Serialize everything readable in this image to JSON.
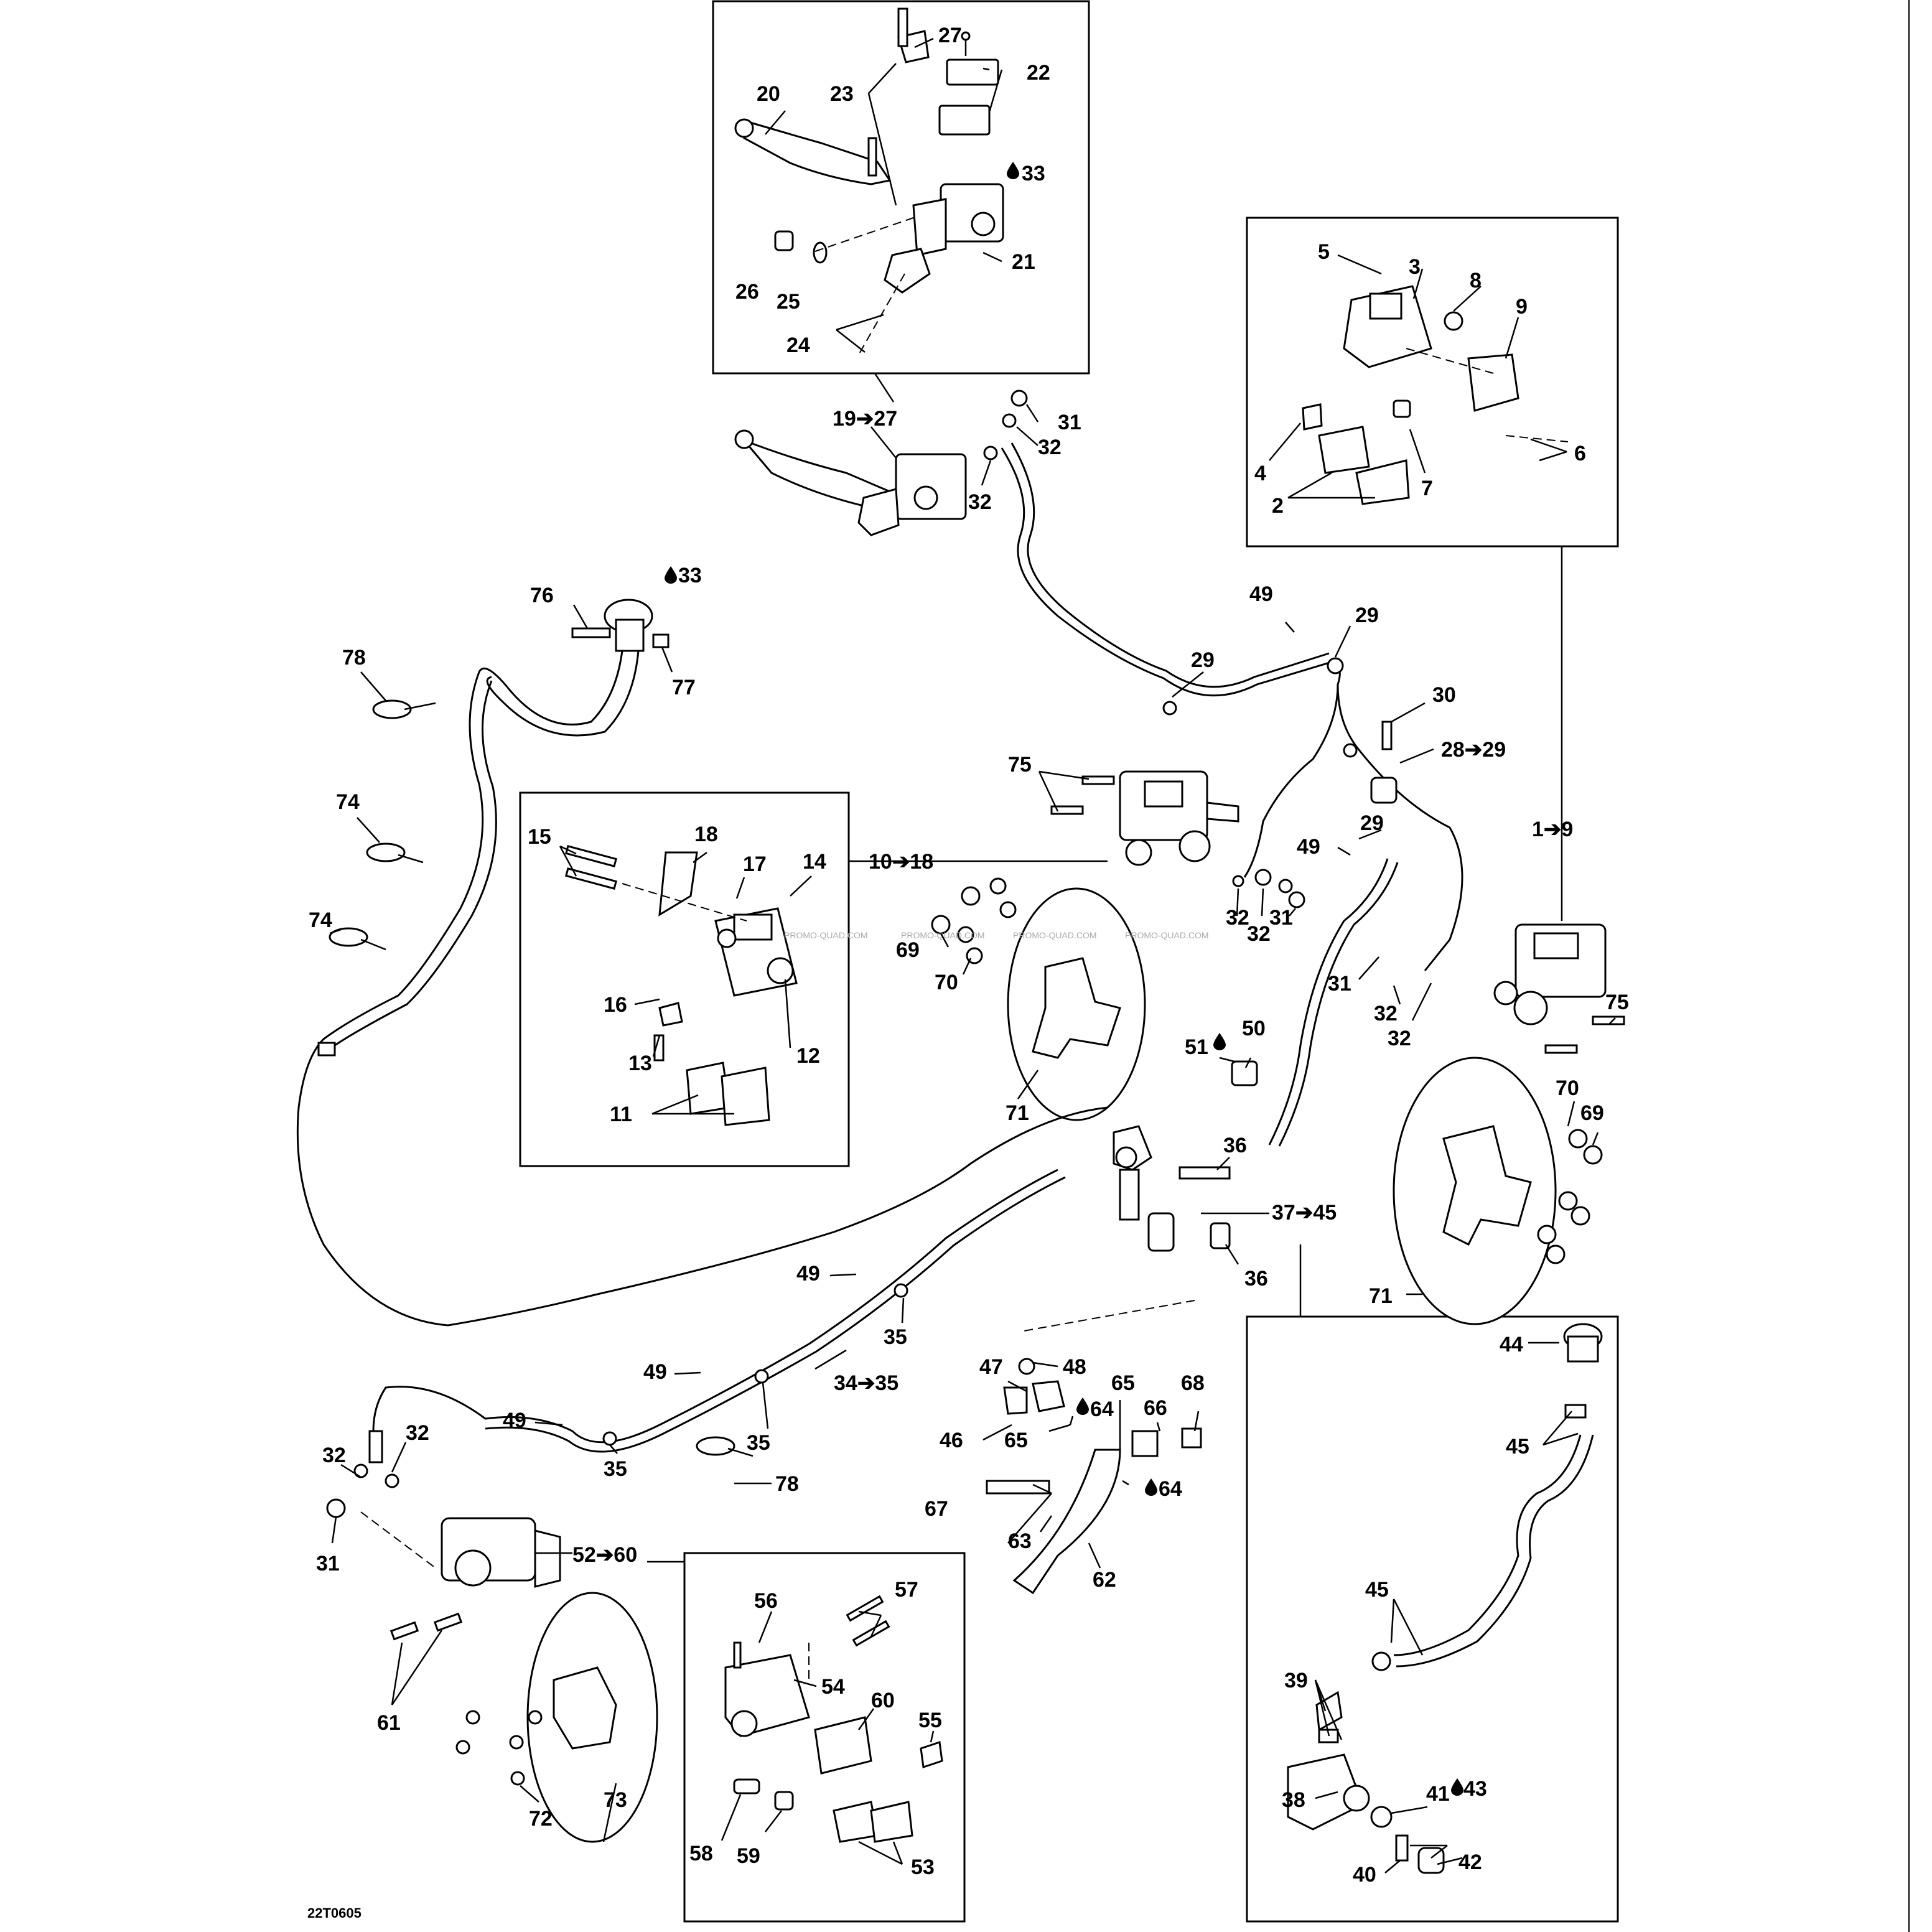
{
  "drawing_code": "22T0605",
  "watermark": "PROMO-QUAD.COM",
  "callouts": {
    "c20": "20",
    "c23": "23",
    "c27": "27",
    "c22": "22",
    "c33a": "33",
    "c21": "21",
    "c26": "26",
    "c25": "25",
    "c24": "24",
    "c19_27": "19➔27",
    "c31a": "31",
    "c32a": "32",
    "c32b": "32",
    "c5": "5",
    "c3": "3",
    "c8": "8",
    "c9": "9",
    "c4": "4",
    "c2": "2",
    "c7": "7",
    "c6": "6",
    "c76": "76",
    "c33b": "33",
    "c77": "77",
    "c78a": "78",
    "c74a": "74",
    "c74b": "74",
    "c49a": "49",
    "c29a": "29",
    "c29b": "29",
    "c30": "30",
    "c28_29": "28➔29",
    "c75a": "75",
    "c10_18": "10➔18",
    "c29c": "29",
    "c49b": "49",
    "c1_9": "1➔9",
    "c15": "15",
    "c18": "18",
    "c17": "17",
    "c14": "14",
    "c16": "16",
    "c12": "12",
    "c13": "13",
    "c11": "11",
    "c32c": "32",
    "c32d": "32",
    "c31b": "31",
    "c69a": "69",
    "c70a": "70",
    "c71a": "71",
    "c31c": "31",
    "c32e": "32",
    "c32f": "32",
    "c75b": "75",
    "c51": "51",
    "c50": "50",
    "c36a": "36",
    "c37_45": "37➔45",
    "c36b": "36",
    "c70b": "70",
    "c69b": "69",
    "c71b": "71",
    "c49c": "49",
    "c35a": "35",
    "c49d": "49",
    "c34_35": "34➔35",
    "c35b": "35",
    "c49e": "49",
    "c35c": "35",
    "c78b": "78",
    "c47": "47",
    "c48": "48",
    "c64a": "64",
    "c65a": "65",
    "c66": "66",
    "c68": "68",
    "c46": "46",
    "c65b": "65",
    "c64b": "64",
    "c67": "67",
    "c63": "63",
    "c62": "62",
    "c44": "44",
    "c45a": "45",
    "c45b": "45",
    "c39": "39",
    "c38": "38",
    "c41": "41",
    "c43": "43",
    "c40": "40",
    "c42": "42",
    "c32g": "32",
    "c32h": "32",
    "c31d": "31",
    "c52_60": "52➔60",
    "c61": "61",
    "c56": "56",
    "c57": "57",
    "c54": "54",
    "c60": "60",
    "c55": "55",
    "c58": "58",
    "c59": "59",
    "c53": "53",
    "c72": "72",
    "c73": "73"
  },
  "icons": {
    "lubricant": "oil-drop-icon",
    "range": "arrow-right-icon"
  }
}
